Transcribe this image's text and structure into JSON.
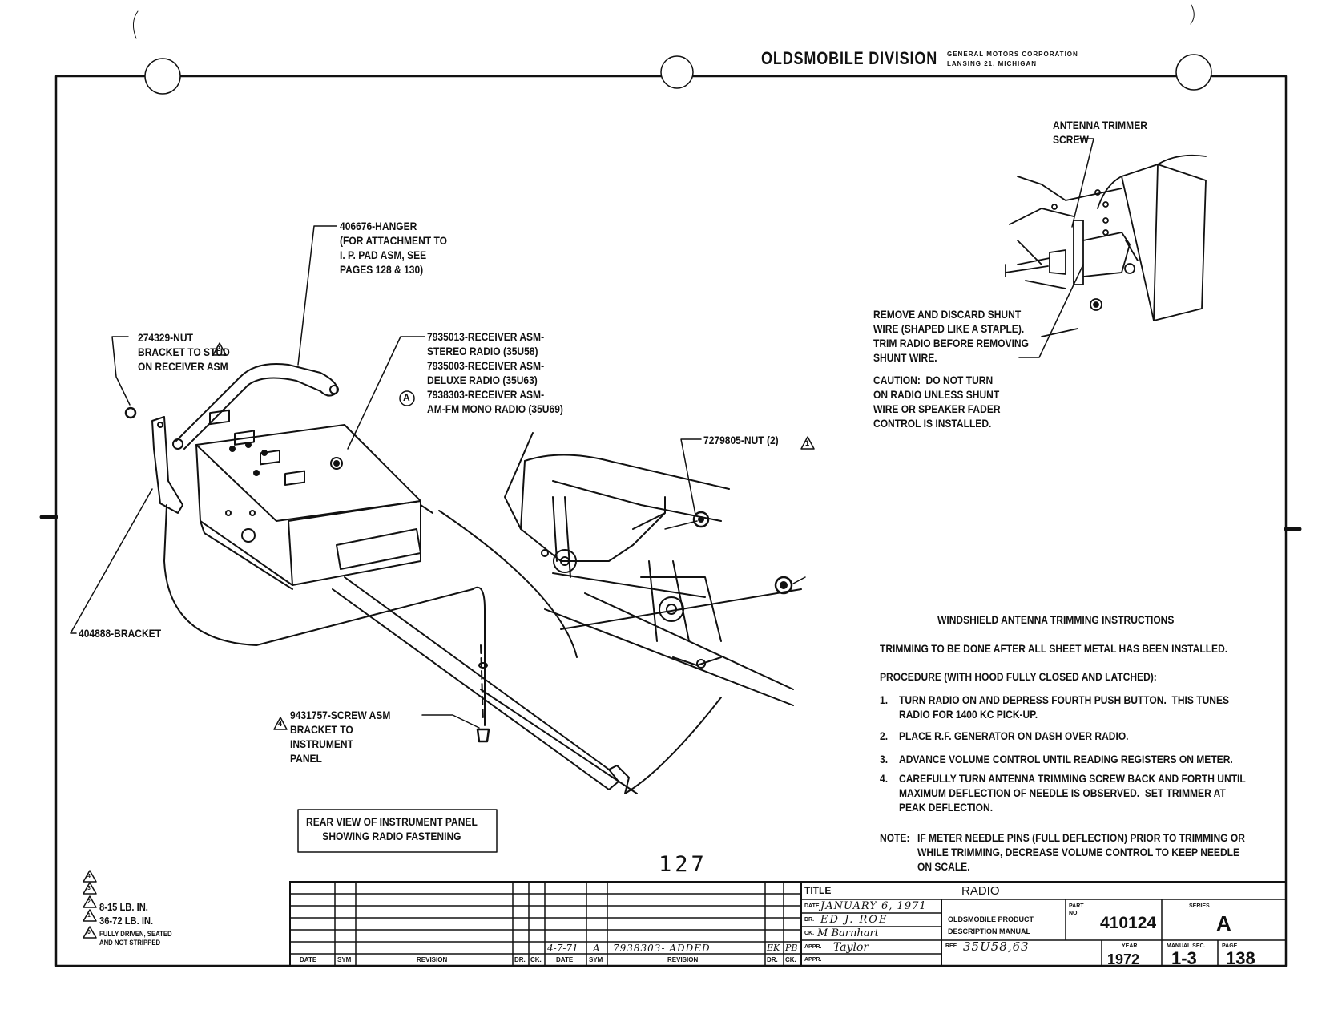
{
  "header": {
    "division": "OLDSMOBILE DIVISION",
    "corp_line1": "GENERAL MOTORS CORPORATION",
    "corp_line2": "LANSING 21, MICHIGAN"
  },
  "callouts": {
    "hanger": "406676-HANGER\n(FOR ATTACHMENT TO\nI. P. PAD ASM, SEE\nPAGES 128 & 130)",
    "nut_bracket": "274329-NUT\nBRACKET TO STUD\nON RECEIVER ASM",
    "nut_bracket_flag": "2",
    "receiver": "7935013-RECEIVER ASM-\nSTEREO RADIO (35U58)\n7935003-RECEIVER ASM-\nDELUXE RADIO (35U63)\n7938303-RECEIVER ASM-\nAM-FM MONO RADIO (35U69)",
    "receiver_marker": "A",
    "nut2": "7279805-NUT (2)",
    "nut2_flag": "1",
    "bracket": "404888-BRACKET",
    "screw": "9431757-SCREW ASM\nBRACKET TO\nINSTRUMENT\nPANEL",
    "screw_flag": "4",
    "antenna_trimmer": "ANTENNA TRIMMER\nSCREW",
    "shunt": "REMOVE AND DISCARD SHUNT\nWIRE (SHAPED LIKE A STAPLE).\nTRIM RADIO BEFORE REMOVING\nSHUNT WIRE.",
    "caution": "CAUTION:  DO NOT TURN\nON RADIO UNLESS SHUNT\nWIRE OR SPEAKER FADER\nCONTROL IS INSTALLED.",
    "rear_view": "REAR VIEW OF INSTRUMENT PANEL\nSHOWING RADIO FASTENING"
  },
  "instructions": {
    "title": "WINDSHIELD ANTENNA TRIMMING INSTRUCTIONS",
    "intro": "TRIMMING TO BE DONE AFTER ALL SHEET METAL HAS BEEN INSTALLED.",
    "procedure": "PROCEDURE (WITH HOOD FULLY CLOSED AND LATCHED):",
    "steps": [
      {
        "num": "1.",
        "text": "TURN RADIO ON AND DEPRESS FOURTH PUSH BUTTON.  THIS TUNES\nRADIO FOR 1400 KC PICK-UP."
      },
      {
        "num": "2.",
        "text": "PLACE R.F. GENERATOR ON DASH OVER RADIO."
      },
      {
        "num": "3.",
        "text": "ADVANCE VOLUME CONTROL UNTIL READING REGISTERS ON METER."
      },
      {
        "num": "4.",
        "text": "CAREFULLY TURN ANTENNA TRIMMING SCREW BACK AND FORTH UNTIL\nMAXIMUM DEFLECTION OF NEEDLE IS OBSERVED.  SET TRIMMER AT\nPEAK DEFLECTION."
      }
    ],
    "note_label": "NOTE:",
    "note": "IF METER NEEDLE PINS (FULL DEFLECTION) PRIOR TO TRIMMING OR\nWHILE TRIMMING, DECREASE VOLUME CONTROL TO KEEP NEEDLE\nON SCALE."
  },
  "legend": [
    {
      "flag": "4",
      "text": ""
    },
    {
      "flag": "3",
      "text": ""
    },
    {
      "flag": "2",
      "text": "8-15 LB. IN."
    },
    {
      "flag": "1",
      "text": "36-72 LB. IN."
    },
    {
      "flag": "0",
      "text": "FULLY DRIVEN, SEATED\nAND NOT STRIPPED"
    }
  ],
  "page_stamp": "127",
  "revision_block": {
    "headers": [
      "DATE",
      "SYM",
      "REVISION",
      "DR.",
      "CK.",
      "DATE",
      "SYM",
      "REVISION",
      "DR.",
      "CK."
    ],
    "entry": {
      "date": "4-7-71",
      "sym": "A",
      "revision": "7938303- ADDED",
      "dr": "EK",
      "ck": "PB"
    }
  },
  "title_block": {
    "title_label": "TITLE",
    "title": "RADIO",
    "date_label": "DATE",
    "date": "JANUARY 6, 1971",
    "dr_label": "DR.",
    "dr": "ED J. ROE",
    "ck_label": "CK.",
    "ck": "M Barnhart",
    "appr_label": "APPR.",
    "appr": "Taylor",
    "appr2_label": "APPR.",
    "manual_line1": "OLDSMOBILE PRODUCT",
    "manual_line2": "DESCRIPTION MANUAL",
    "part_label": "PART\nNO.",
    "part_no": "410124",
    "series_label": "SERIES",
    "series": "A",
    "ref_label": "REF.",
    "ref": "35U58,63",
    "year_label": "YEAR",
    "year": "1972",
    "manual_sec_label": "MANUAL SEC.",
    "manual_sec": "1-3",
    "page_label": "PAGE",
    "page": "138"
  }
}
